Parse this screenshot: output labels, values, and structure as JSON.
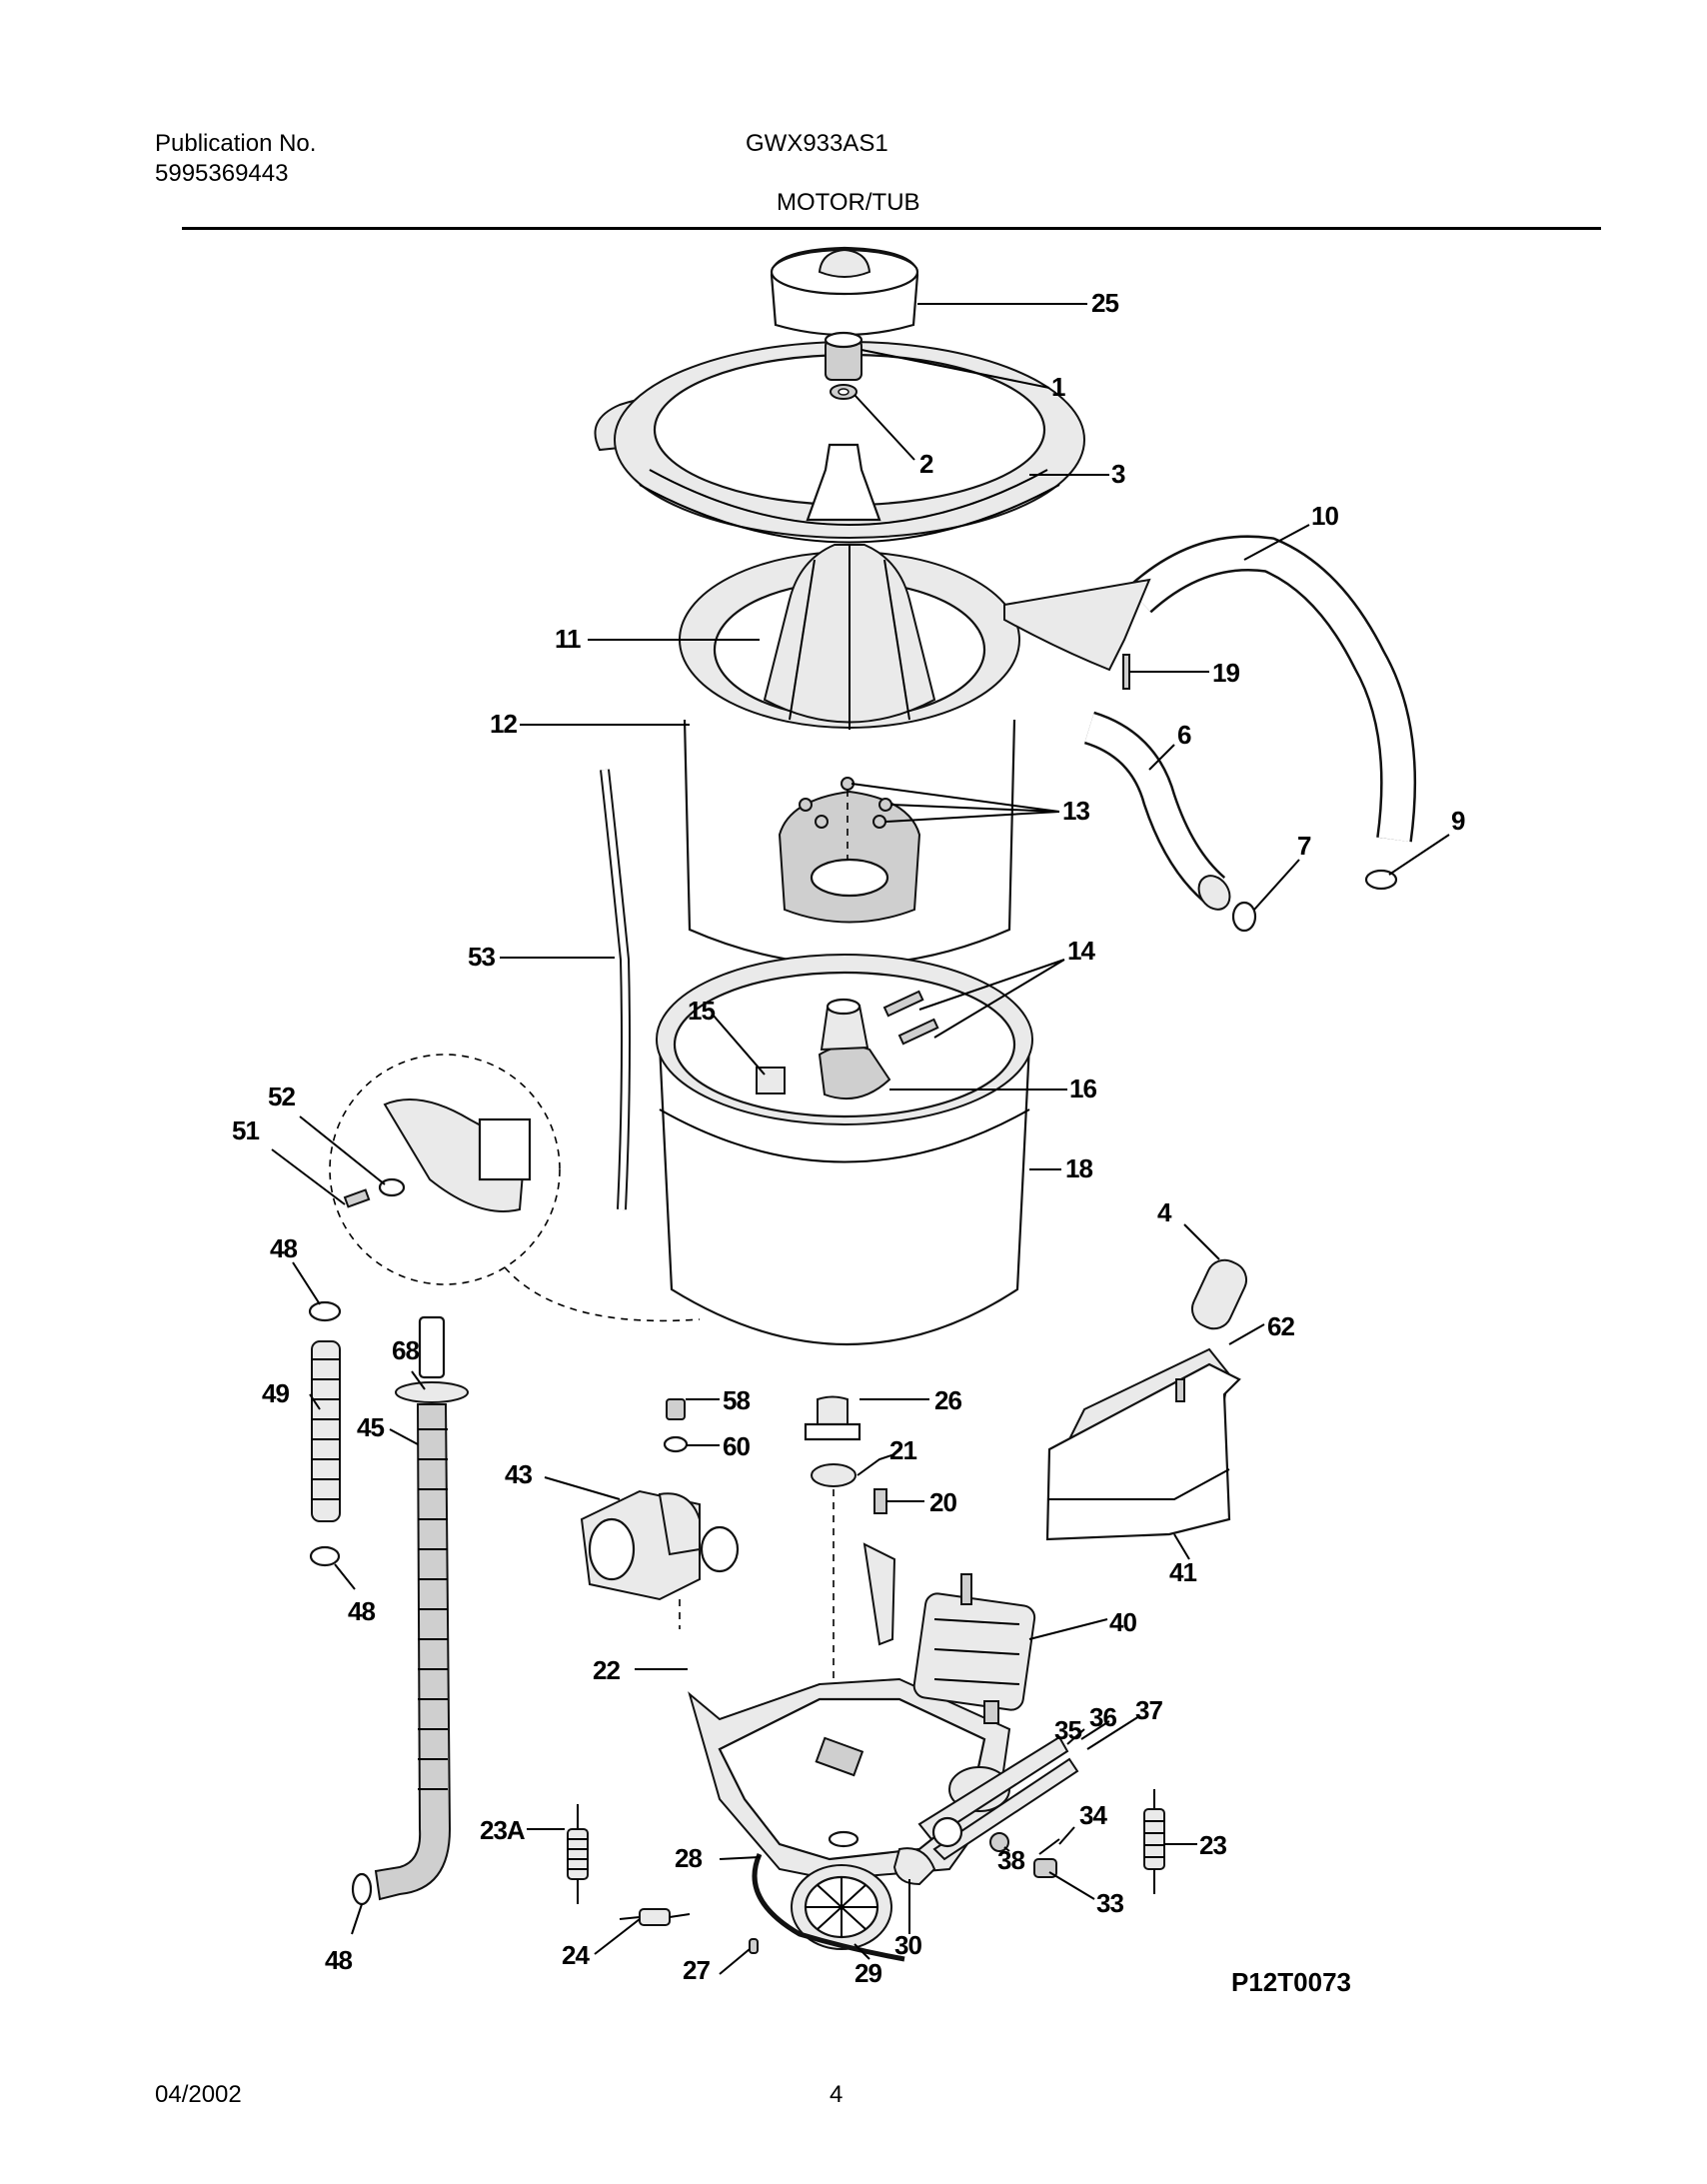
{
  "header": {
    "publication_label": "Publication No.",
    "publication_number": "5995369443",
    "model": "GWX933AS1",
    "section_title": "MOTOR/TUB"
  },
  "figure": {
    "drawing_code": "P12T0073",
    "callouts": {
      "c1": "1",
      "c2": "2",
      "c3": "3",
      "c4": "4",
      "c6": "6",
      "c7": "7",
      "c9": "9",
      "c10": "10",
      "c11": "11",
      "c12": "12",
      "c13": "13",
      "c14": "14",
      "c15": "15",
      "c16": "16",
      "c18": "18",
      "c19": "19",
      "c20": "20",
      "c21": "21",
      "c22": "22",
      "c23": "23",
      "c23a": "23A",
      "c24": "24",
      "c25": "25",
      "c26": "26",
      "c27": "27",
      "c28": "28",
      "c29": "29",
      "c30": "30",
      "c33": "33",
      "c34": "34",
      "c35": "35",
      "c36": "36",
      "c37": "37",
      "c38": "38",
      "c40": "40",
      "c41": "41",
      "c43": "43",
      "c45": "45",
      "c48a": "48",
      "c48b": "48",
      "c48c": "48",
      "c49": "49",
      "c51": "51",
      "c52": "52",
      "c53": "53",
      "c58": "58",
      "c60": "60",
      "c62": "62",
      "c68": "68"
    }
  },
  "footer": {
    "date": "04/2002",
    "page": "4"
  }
}
